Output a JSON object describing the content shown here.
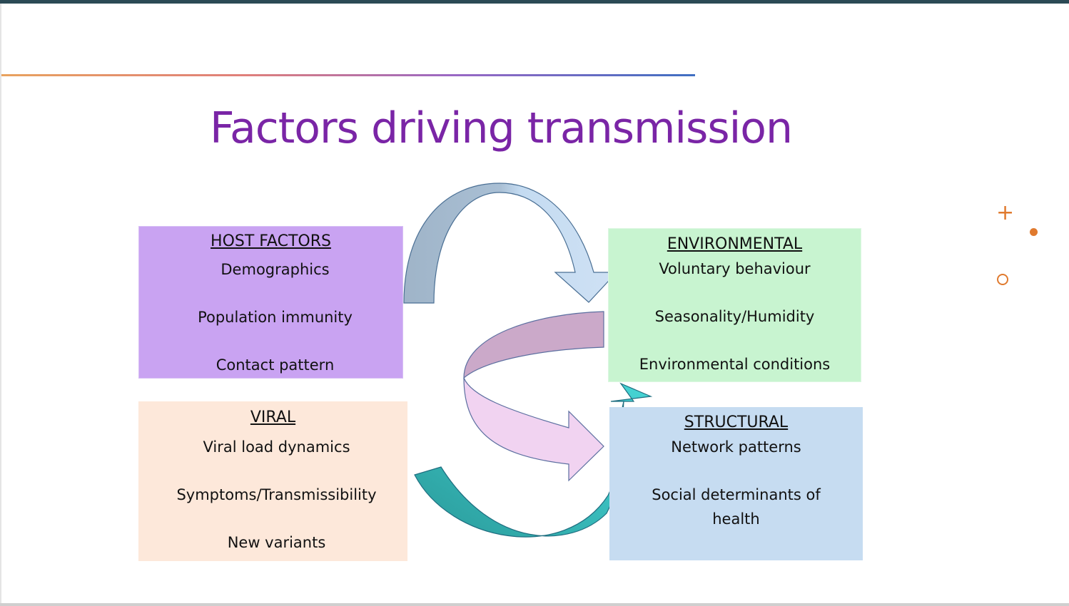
{
  "slide": {
    "title": "Factors driving transmission"
  },
  "host": {
    "heading": "HOST FACTORS",
    "items": [
      "Demographics",
      "Population immunity",
      "Contact pattern"
    ]
  },
  "environmental": {
    "heading": "ENVIRONMENTAL",
    "items": [
      "Voluntary behaviour",
      "Seasonality/Humidity",
      "Environmental conditions"
    ]
  },
  "viral": {
    "heading": "VIRAL",
    "items": [
      "Viral load dynamics",
      "Symptoms/Transmissibility",
      "New variants"
    ]
  },
  "structural": {
    "heading": "STRUCTURAL",
    "items": [
      "Network patterns",
      "Social determinants of",
      "health"
    ]
  },
  "colors": {
    "title": "#7a25a6",
    "host_fill": "#c9a3f2",
    "environmental_fill": "#c8f4d0",
    "viral_fill": "#fde8da",
    "structural_fill": "#c6dcf1",
    "accent": "#e07a2e"
  },
  "icons": [
    "plus-icon",
    "dot-icon",
    "ring-icon",
    "curved-arrow-icon"
  ]
}
